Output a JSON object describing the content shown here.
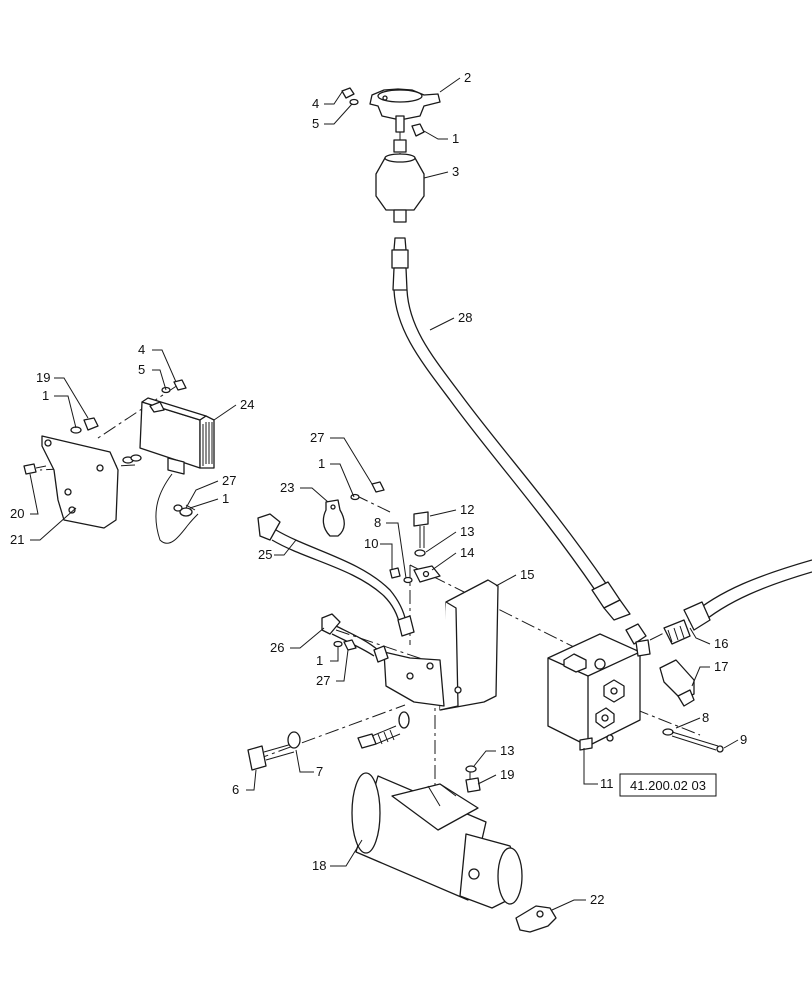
{
  "diagram": {
    "callouts": [
      {
        "id": "c2",
        "text": "2"
      },
      {
        "id": "c4a",
        "text": "4"
      },
      {
        "id": "c5a",
        "text": "5"
      },
      {
        "id": "c1a",
        "text": "1"
      },
      {
        "id": "c3",
        "text": "3"
      },
      {
        "id": "c28",
        "text": "28"
      },
      {
        "id": "c4b",
        "text": "4"
      },
      {
        "id": "c5b",
        "text": "5"
      },
      {
        "id": "c19a",
        "text": "19"
      },
      {
        "id": "c1b",
        "text": "1"
      },
      {
        "id": "c24",
        "text": "24"
      },
      {
        "id": "c27a",
        "text": "27"
      },
      {
        "id": "c1c",
        "text": "1"
      },
      {
        "id": "c20",
        "text": "20"
      },
      {
        "id": "c21",
        "text": "21"
      },
      {
        "id": "c27b",
        "text": "27"
      },
      {
        "id": "c1d",
        "text": "1"
      },
      {
        "id": "c23",
        "text": "23"
      },
      {
        "id": "c12",
        "text": "12"
      },
      {
        "id": "c8a",
        "text": "8"
      },
      {
        "id": "c13a",
        "text": "13"
      },
      {
        "id": "c10",
        "text": "10"
      },
      {
        "id": "c14",
        "text": "14"
      },
      {
        "id": "c25",
        "text": "25"
      },
      {
        "id": "c15",
        "text": "15"
      },
      {
        "id": "c16",
        "text": "16"
      },
      {
        "id": "c26",
        "text": "26"
      },
      {
        "id": "c1e",
        "text": "1"
      },
      {
        "id": "c17",
        "text": "17"
      },
      {
        "id": "c27c",
        "text": "27"
      },
      {
        "id": "c8b",
        "text": "8"
      },
      {
        "id": "c9",
        "text": "9"
      },
      {
        "id": "c7",
        "text": "7"
      },
      {
        "id": "c6",
        "text": "6"
      },
      {
        "id": "c13b",
        "text": "13"
      },
      {
        "id": "c19b",
        "text": "19"
      },
      {
        "id": "c11",
        "text": "11"
      },
      {
        "id": "c18",
        "text": "18"
      },
      {
        "id": "c22",
        "text": "22"
      }
    ],
    "reference_box": "41.200.02 03"
  }
}
